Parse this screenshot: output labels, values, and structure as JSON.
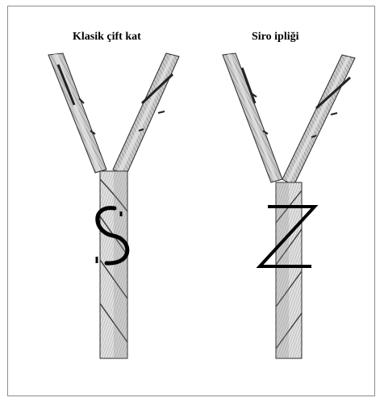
{
  "labels": {
    "classic_ply": "Klasik çift kat",
    "siro_yarn": "Siro ipliği"
  },
  "twist_marks": {
    "classic_ply": "S",
    "siro_yarn": "Z"
  },
  "colors": {
    "frame": "#8c8c8c",
    "strand_light": "#d9d9d9",
    "strand_mid": "#a8a8a8",
    "strand_dark": "#5e5e5e",
    "stroke": "#2a2a2a",
    "twist_symbol": "#000000"
  }
}
